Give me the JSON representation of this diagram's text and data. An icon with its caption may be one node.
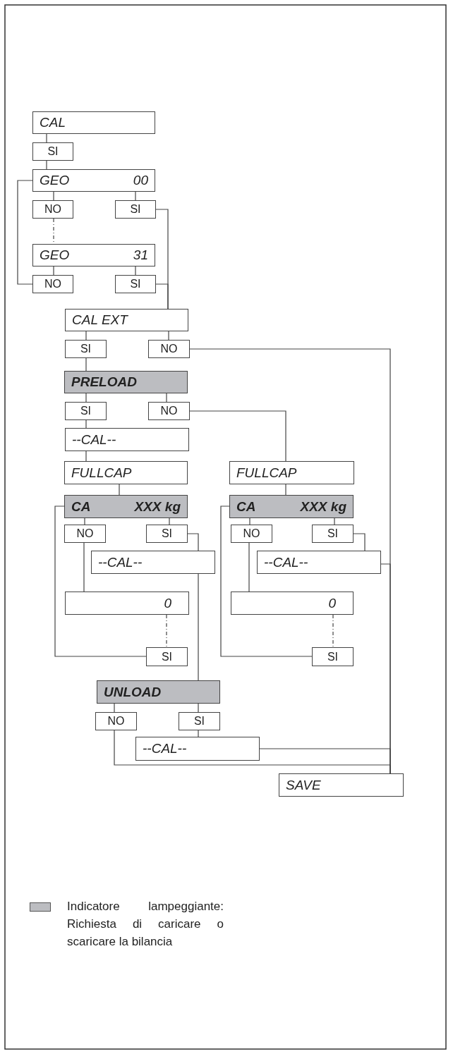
{
  "diagram": {
    "nodes": [
      {
        "text": [
          "CAL"
        ]
      },
      {
        "text": [
          "SI"
        ]
      },
      {
        "text": [
          "GEO",
          "00"
        ]
      },
      {
        "text": [
          "NO"
        ]
      },
      {
        "text": [
          "SI"
        ]
      },
      {
        "text": [
          "GEO",
          "31"
        ]
      },
      {
        "text": [
          "NO"
        ]
      },
      {
        "text": [
          "SI"
        ]
      },
      {
        "text": [
          "CAL EXT"
        ]
      },
      {
        "text": [
          "SI"
        ]
      },
      {
        "text": [
          "NO"
        ]
      },
      {
        "text": [
          "PRELOAD"
        ]
      },
      {
        "text": [
          "SI"
        ]
      },
      {
        "text": [
          "NO"
        ]
      },
      {
        "text": [
          "--CAL--"
        ]
      },
      {
        "text": [
          "FULLCAP"
        ]
      },
      {
        "text": [
          "CA",
          "XXX kg"
        ]
      },
      {
        "text": [
          "NO"
        ]
      },
      {
        "text": [
          "SI"
        ]
      },
      {
        "text": [
          "--CAL--"
        ]
      },
      {
        "text": [
          "0"
        ]
      },
      {
        "text": [
          "SI"
        ]
      },
      {
        "text": [
          "FULLCAP"
        ]
      },
      {
        "text": [
          "CA",
          "XXX kg"
        ]
      },
      {
        "text": [
          "NO"
        ]
      },
      {
        "text": [
          "SI"
        ]
      },
      {
        "text": [
          "--CAL--"
        ]
      },
      {
        "text": [
          "0"
        ]
      },
      {
        "text": [
          "SI"
        ]
      },
      {
        "text": [
          "UNLOAD"
        ]
      },
      {
        "text": [
          "NO"
        ]
      },
      {
        "text": [
          "SI"
        ]
      },
      {
        "text": [
          "--CAL--"
        ]
      },
      {
        "text": [
          "SAVE"
        ]
      }
    ],
    "edges": [
      {
        "from": 0,
        "to": 1,
        "arrow": "none"
      },
      {
        "from": 1,
        "to": 2,
        "arrow": "none"
      },
      {
        "from": 2,
        "to": 3,
        "arrow": "none"
      },
      {
        "from": 2,
        "to": 4,
        "arrow": "none"
      },
      {
        "from": 3,
        "to": 5,
        "arrow": "none",
        "style": "dashed"
      },
      {
        "from": 5,
        "to": 6,
        "arrow": "none"
      },
      {
        "from": 5,
        "to": 7,
        "arrow": "none"
      },
      {
        "from": 6,
        "to": 2,
        "arrow": "none"
      },
      {
        "from": 4,
        "to": 8,
        "arrow": "none"
      },
      {
        "from": 7,
        "to": 8,
        "arrow": "none"
      },
      {
        "from": 8,
        "to": 9,
        "arrow": "none"
      },
      {
        "from": 8,
        "to": 10,
        "arrow": "none"
      },
      {
        "from": 10,
        "to": 33,
        "arrow": "none"
      },
      {
        "from": 9,
        "to": 11,
        "arrow": "none"
      },
      {
        "from": 11,
        "to": 12,
        "arrow": "none"
      },
      {
        "from": 11,
        "to": 13,
        "arrow": "none"
      },
      {
        "from": 13,
        "to": 22,
        "arrow": "none"
      },
      {
        "from": 12,
        "to": 14,
        "arrow": "none"
      },
      {
        "from": 14,
        "to": 15,
        "arrow": "none"
      },
      {
        "from": 15,
        "to": 16,
        "arrow": "none"
      },
      {
        "from": 16,
        "to": 17,
        "arrow": "none"
      },
      {
        "from": 16,
        "to": 18,
        "arrow": "none"
      },
      {
        "from": 18,
        "to": 19,
        "arrow": "none"
      },
      {
        "from": 17,
        "to": 20,
        "arrow": "none"
      },
      {
        "from": 20,
        "to": 21,
        "arrow": "none",
        "style": "dashed"
      },
      {
        "from": 21,
        "to": 16,
        "arrow": "none"
      },
      {
        "from": 19,
        "to": 29,
        "arrow": "none"
      },
      {
        "from": 22,
        "to": 23,
        "arrow": "none"
      },
      {
        "from": 23,
        "to": 24,
        "arrow": "none"
      },
      {
        "from": 23,
        "to": 25,
        "arrow": "none"
      },
      {
        "from": 25,
        "to": 26,
        "arrow": "none"
      },
      {
        "from": 24,
        "to": 27,
        "arrow": "none"
      },
      {
        "from": 27,
        "to": 28,
        "arrow": "none",
        "style": "dashed"
      },
      {
        "from": 28,
        "to": 23,
        "arrow": "none"
      },
      {
        "from": 26,
        "to": 33,
        "arrow": "none"
      },
      {
        "from": 29,
        "to": 30,
        "arrow": "none"
      },
      {
        "from": 29,
        "to": 31,
        "arrow": "none"
      },
      {
        "from": 31,
        "to": 32,
        "arrow": "none"
      },
      {
        "from": 32,
        "to": 33,
        "arrow": "none"
      },
      {
        "from": 30,
        "to": 33,
        "arrow": "none"
      }
    ],
    "legend": [
      {
        "text": "Indicatore lampeggiante: Richiesta di caricare o scaricare la bilancia",
        "color": "#bcbdc1"
      }
    ]
  }
}
